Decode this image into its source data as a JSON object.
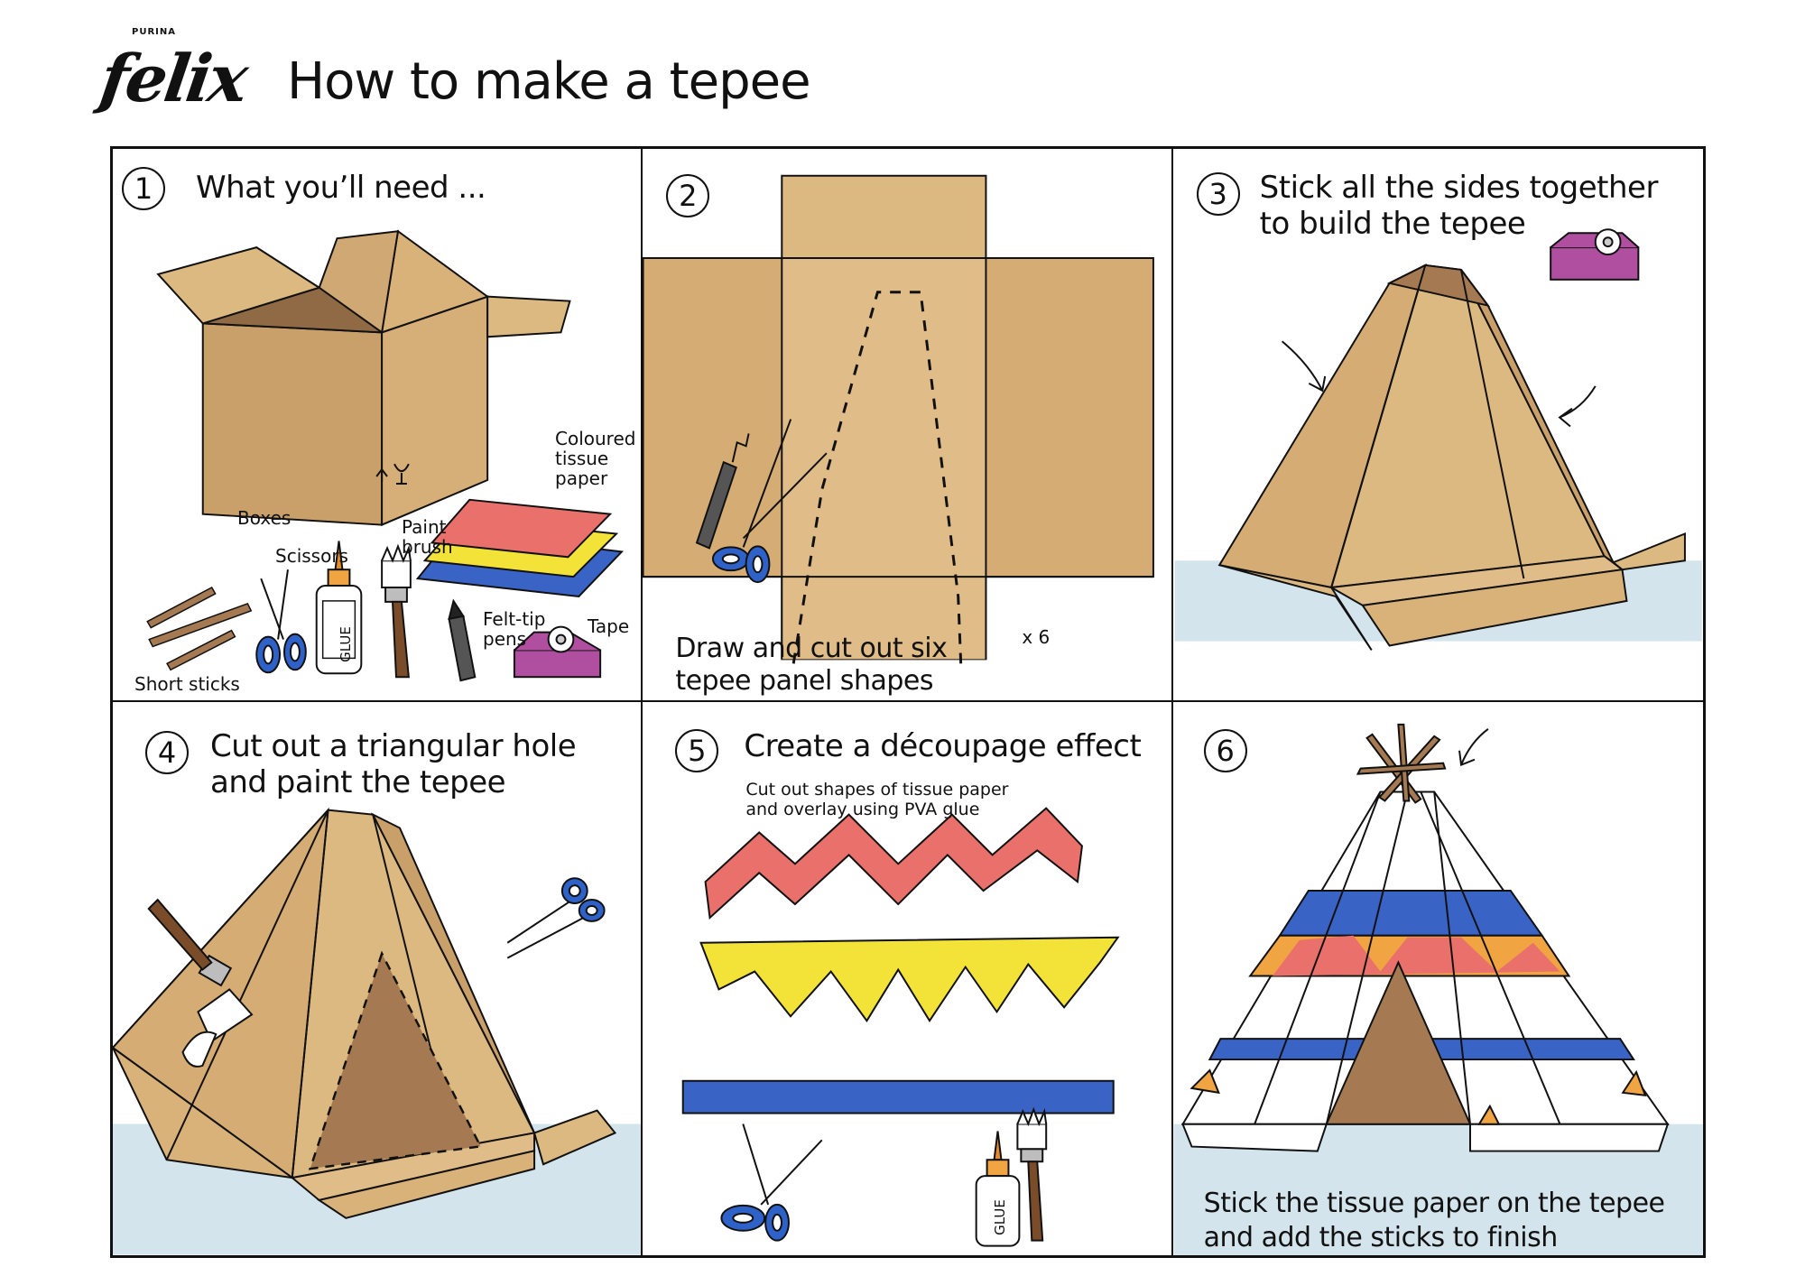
{
  "brand": {
    "company": "PURINA",
    "name": "felix"
  },
  "title": "How to make a tepee",
  "colors": {
    "cardboard": "#d9b27a",
    "cardboard_dark": "#a57a52",
    "tissue_red": "#e9706b",
    "tissue_yellow": "#f3e338",
    "tissue_blue": "#3a63c6",
    "tape_purple": "#b04fa0",
    "scissor_blue": "#2f62c8",
    "floor": "#c9dde6",
    "line": "#111111"
  },
  "steps": [
    {
      "number": "1",
      "title": "What you’ll need ...",
      "labels": {
        "tissue": "Coloured tissue paper",
        "boxes": "Boxes",
        "paint_brush": "Paint brush",
        "scissors": "Scissors",
        "felt_tip_pens": "Felt-tip pens",
        "tape": "Tape",
        "short_sticks": "Short sticks",
        "glue": "GLUE"
      }
    },
    {
      "number": "2",
      "caption_line1": "Draw and cut out six",
      "caption_line2": "tepee panel shapes",
      "multiplier": "x 6"
    },
    {
      "number": "3",
      "title_line1": "Stick all the sides together",
      "title_line2": "to build the tepee"
    },
    {
      "number": "4",
      "title_line1": "Cut out a triangular hole",
      "title_line2": "and paint the tepee"
    },
    {
      "number": "5",
      "title": "Create a découpage effect",
      "sub_line1": "Cut out shapes of tissue paper",
      "sub_line2": "and overlay using PVA glue",
      "glue": "GLUE"
    },
    {
      "number": "6",
      "caption_line1": "Stick the tissue paper on the tepee",
      "caption_line2": "and add the sticks to finish"
    }
  ]
}
